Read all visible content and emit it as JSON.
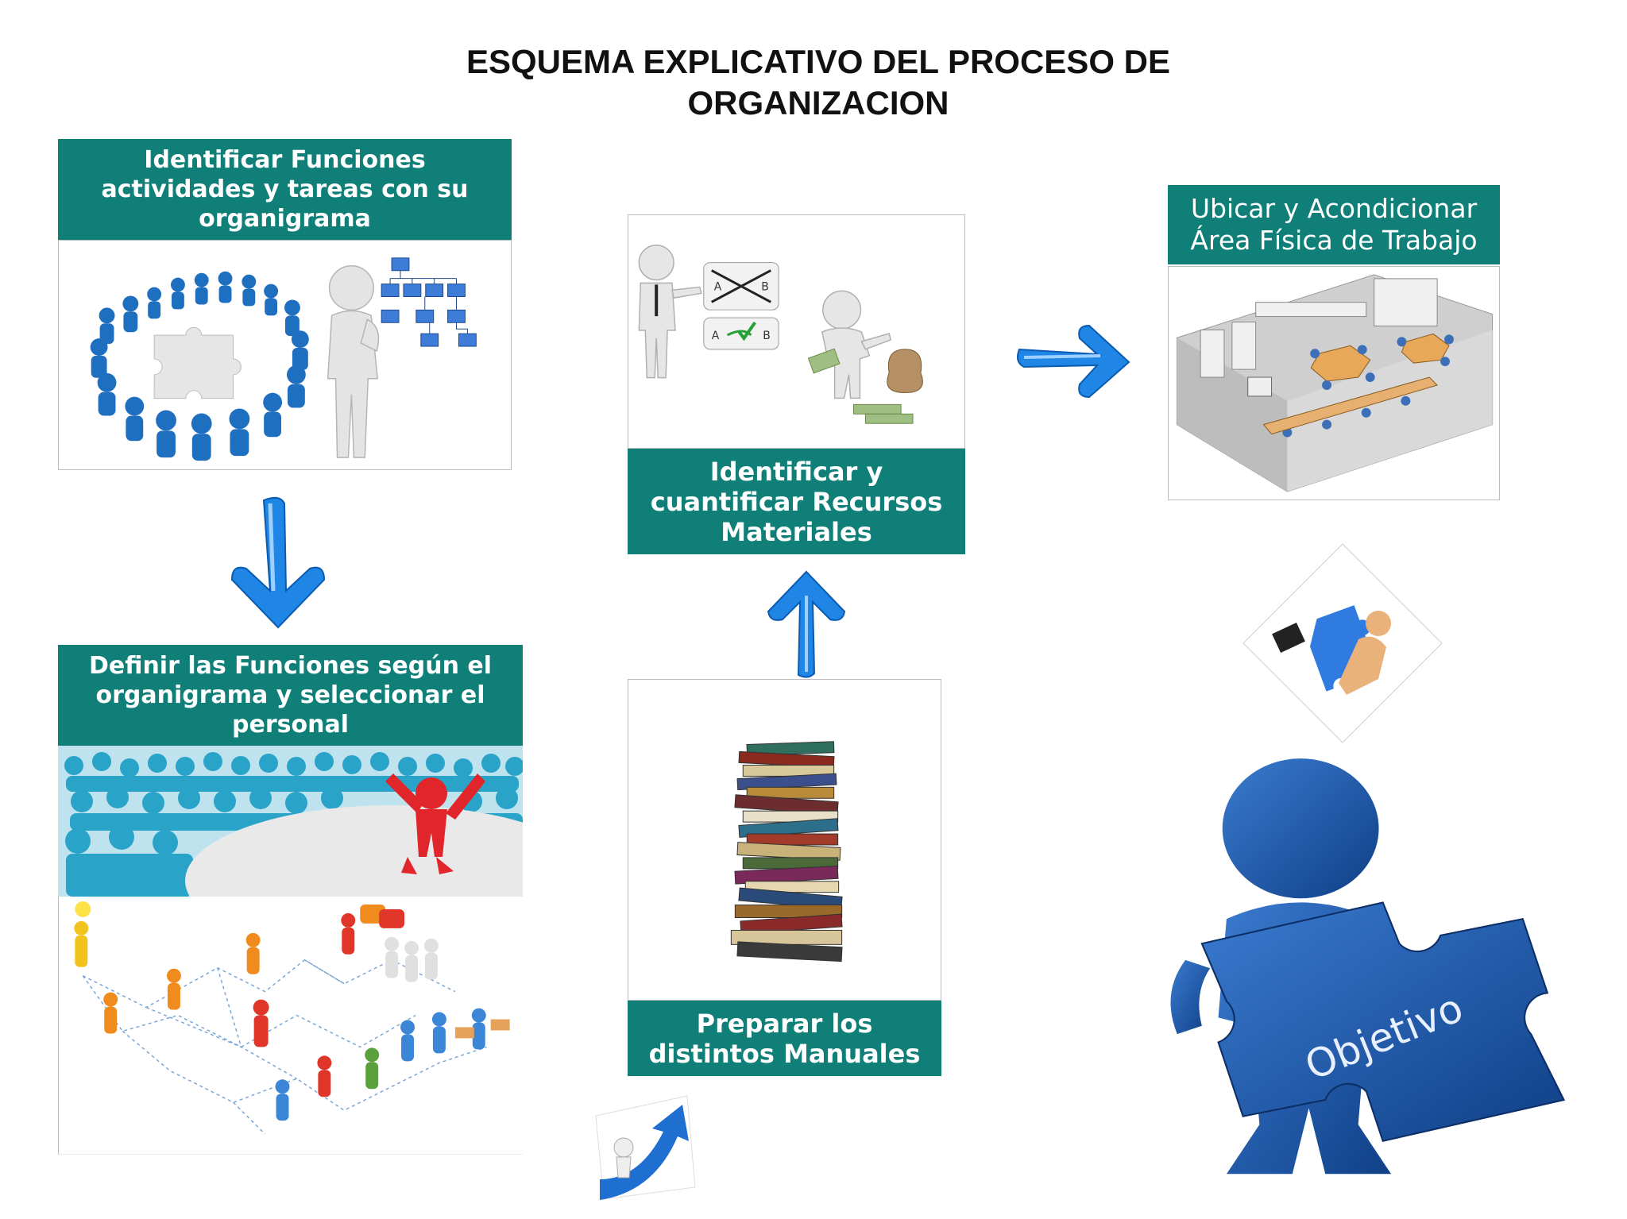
{
  "title": {
    "line1": "ESQUEMA EXPLICATIVO DEL PROCESO DE",
    "line2": "ORGANIZACION"
  },
  "steps": [
    {
      "id": "step-1",
      "label": "Identificar Funciones actividades   y  tareas con su organigrama"
    },
    {
      "id": "step-2",
      "label": "Definir las Funciones según el organigrama y seleccionar el personal"
    },
    {
      "id": "step-3",
      "label": "Preparar los distintos Manuales"
    },
    {
      "id": "step-4",
      "label": "Identificar y cuantificar Recursos Materiales"
    },
    {
      "id": "step-5",
      "label": "Ubicar y Acondicionar Área Física de Trabajo"
    }
  ],
  "objective_puzzle_text": "Objetivo",
  "colors": {
    "teal": "#0f7f78",
    "arrow_blue": "#1f86e6",
    "figure_blue": "#1f5fa8"
  },
  "icons": [
    "people-circle-icon",
    "thinking-person-icon",
    "org-chart-icon",
    "crowd-icon",
    "leader-icon",
    "network-people-icon",
    "books-stack-icon",
    "presenter-icon",
    "money-bag-icon",
    "office-floorplan-icon",
    "puzzle-figure-icon",
    "objective-figure-icon",
    "growth-arrow-icon"
  ]
}
